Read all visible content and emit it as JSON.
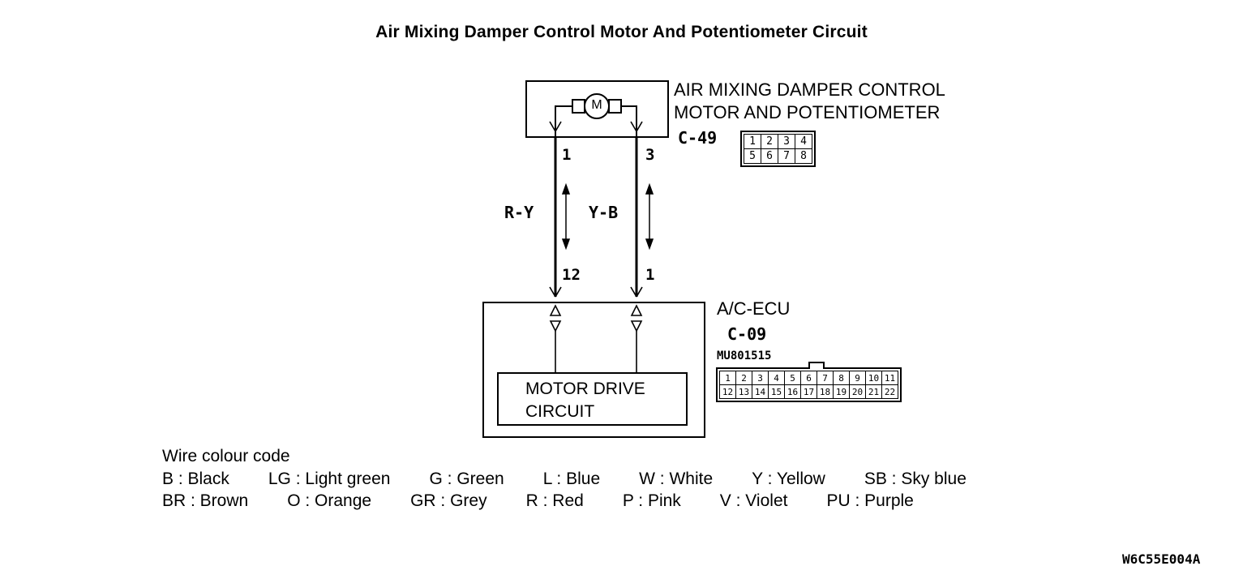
{
  "title": "Air Mixing Damper Control Motor And Potentiometer Circuit",
  "motor_component": {
    "label_line1": "AIR MIXING DAMPER CONTROL",
    "label_line2": "MOTOR AND POTENTIOMETER",
    "connector_id": "C-49",
    "motor_symbol": "M",
    "pins_row1": [
      "1",
      "2",
      "3",
      "4"
    ],
    "pins_row2": [
      "5",
      "6",
      "7",
      "8"
    ]
  },
  "wires": {
    "left": {
      "top_pin": "1",
      "colour": "R-Y",
      "bottom_pin": "12"
    },
    "right": {
      "top_pin": "3",
      "colour": "Y-B",
      "bottom_pin": "1"
    }
  },
  "ecu": {
    "label": "A/C-ECU",
    "connector_id": "C-09",
    "connector_part_no": "MU801515",
    "block_line1": "MOTOR DRIVE",
    "block_line2": "CIRCUIT",
    "pins_row1": [
      "1",
      "2",
      "3",
      "4",
      "5",
      "6",
      "7",
      "8",
      "9",
      "10",
      "11"
    ],
    "pins_row2": [
      "12",
      "13",
      "14",
      "15",
      "16",
      "17",
      "18",
      "19",
      "20",
      "21",
      "22"
    ]
  },
  "wire_colour_code": {
    "heading": "Wire colour code",
    "row1": [
      "B : Black",
      "LG : Light green",
      "G : Green",
      "L : Blue",
      "W : White",
      "Y : Yellow",
      "SB : Sky blue"
    ],
    "row2": [
      "BR : Brown",
      "O : Orange",
      "GR : Grey",
      "R : Red",
      "P : Pink",
      "V : Violet",
      "PU : Purple"
    ]
  },
  "figure_code": "W6C55E004A"
}
